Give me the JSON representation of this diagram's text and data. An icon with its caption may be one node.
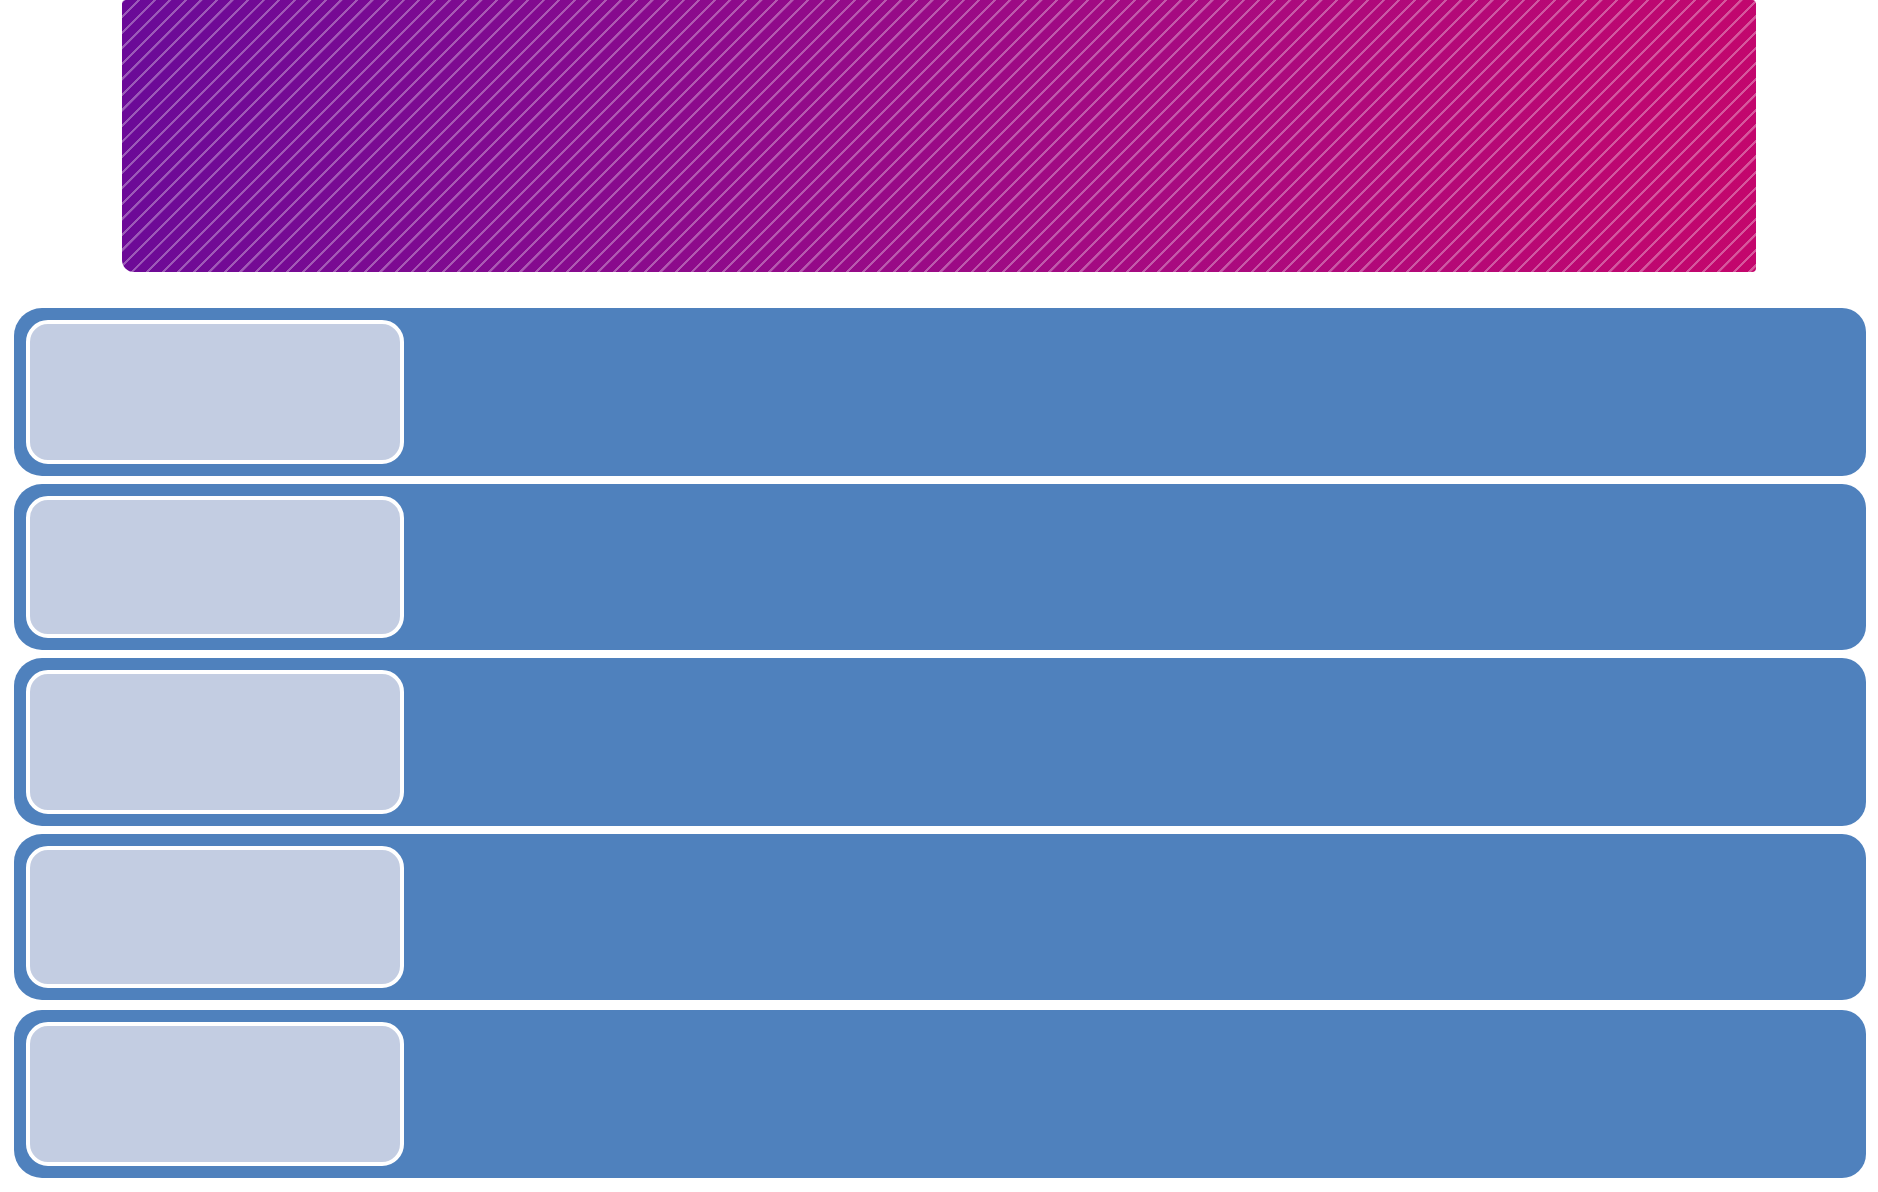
{
  "diagram": {
    "nodes": [
      {
        "text": [],
        "shape": "box"
      },
      {
        "text": [],
        "shape": "bar"
      },
      {
        "text": [],
        "shape": "box",
        "in": 1
      },
      {
        "text": [],
        "shape": "bar"
      },
      {
        "text": [],
        "shape": "box",
        "in": 3
      },
      {
        "text": [],
        "shape": "bar"
      },
      {
        "text": [],
        "shape": "box",
        "in": 5
      },
      {
        "text": [],
        "shape": "bar"
      },
      {
        "text": [],
        "shape": "box",
        "in": 7
      },
      {
        "text": [],
        "shape": "bar"
      },
      {
        "text": [],
        "shape": "box",
        "in": 9
      }
    ]
  }
}
